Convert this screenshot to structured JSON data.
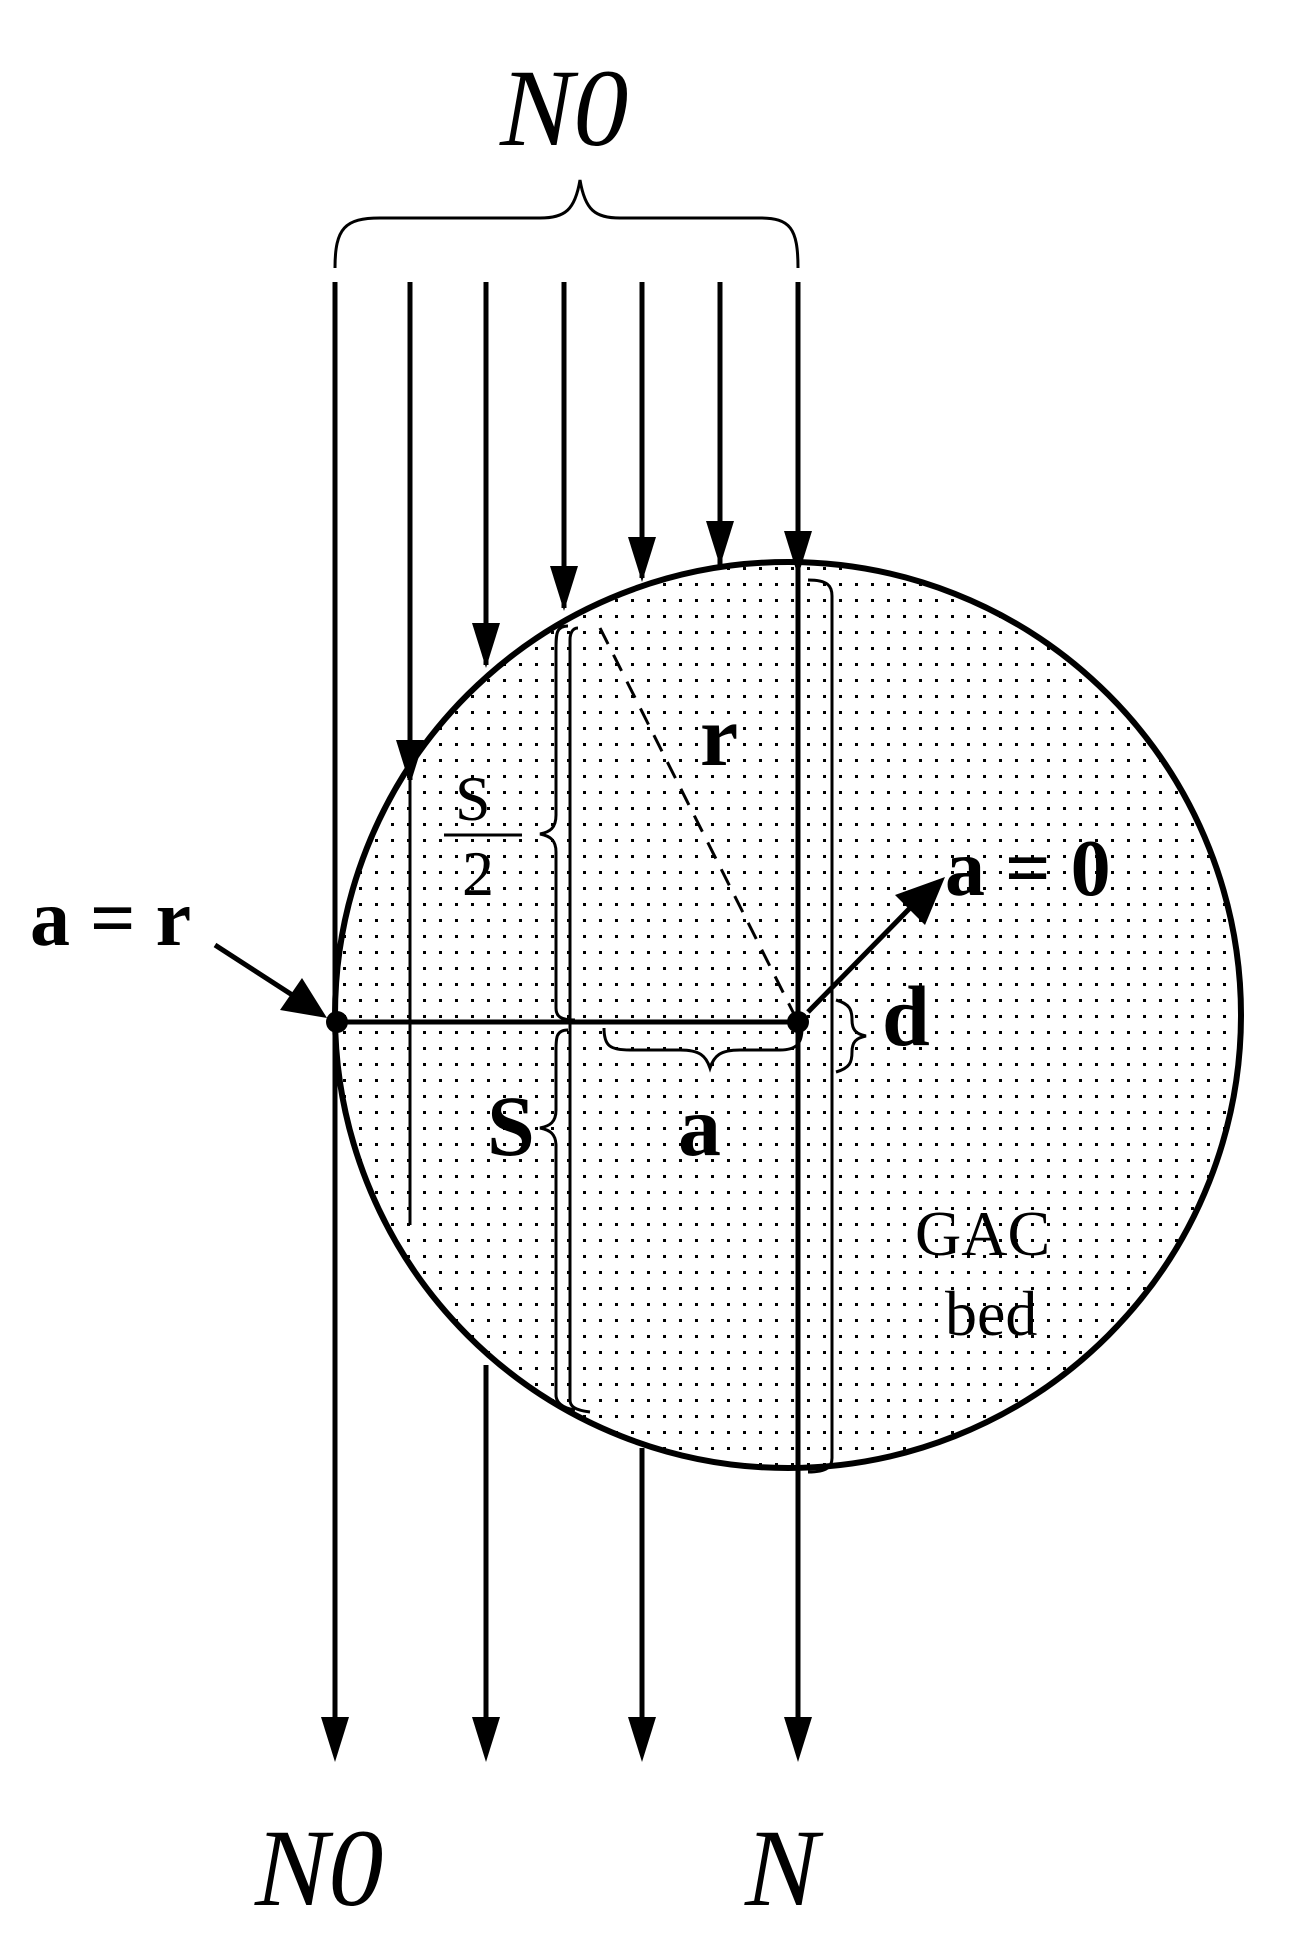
{
  "labels": {
    "incoming_beam": "N0",
    "outgoing_left": "N0",
    "outgoing_right": "N",
    "radius": "r",
    "half_chord_numerator": "S",
    "half_chord_denominator": "2",
    "chord": "S",
    "offset": "a",
    "edge_condition": "a = r",
    "center_condition": "a = 0",
    "diameter": "d",
    "bed_line1": "GAC",
    "bed_line2": "bed"
  },
  "colors": {
    "ink": "#000000",
    "background": "#ffffff",
    "bed_dots": "#000000"
  }
}
